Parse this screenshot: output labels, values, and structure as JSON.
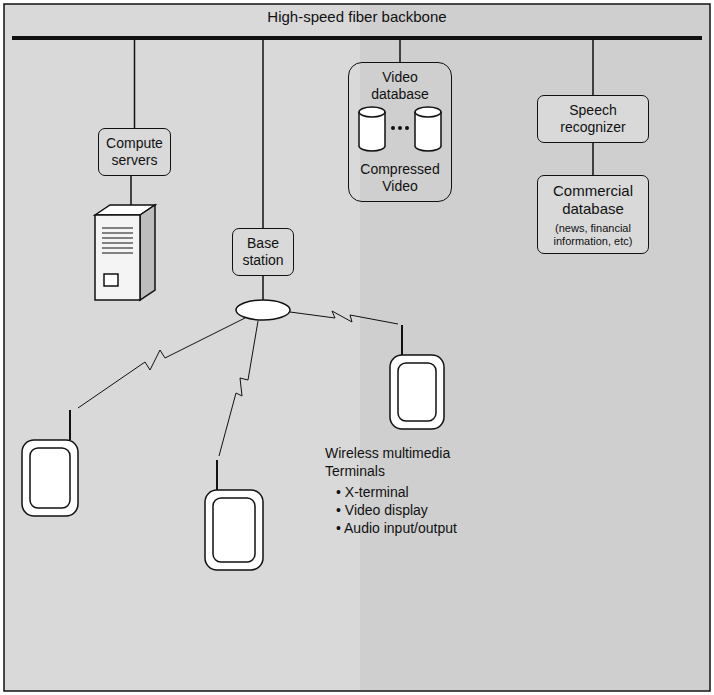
{
  "diagram": {
    "nodes": [
      {
        "text": [
          "High-speed fiber backbone"
        ]
      },
      {
        "text": [
          "Compute servers"
        ]
      },
      {
        "text": [
          "Base station"
        ]
      },
      {
        "text": [
          "Video database",
          "Compressed Video"
        ]
      },
      {
        "text": [
          "Speech recognizer"
        ]
      },
      {
        "text": [
          "Commercial database",
          "(news, financial information, etc)"
        ]
      }
    ],
    "edges": [
      {
        "from": 0,
        "to": 1,
        "arrow": "none"
      },
      {
        "from": 0,
        "to": 2,
        "arrow": "none"
      },
      {
        "from": 0,
        "to": 3,
        "arrow": "none"
      },
      {
        "from": 0,
        "to": 4,
        "arrow": "none"
      },
      {
        "from": 4,
        "to": 5,
        "arrow": "none"
      }
    ],
    "labels": [
      "Wireless multimedia Terminals",
      "• X-terminal",
      "• Video display",
      "• Audio input/output"
    ]
  }
}
